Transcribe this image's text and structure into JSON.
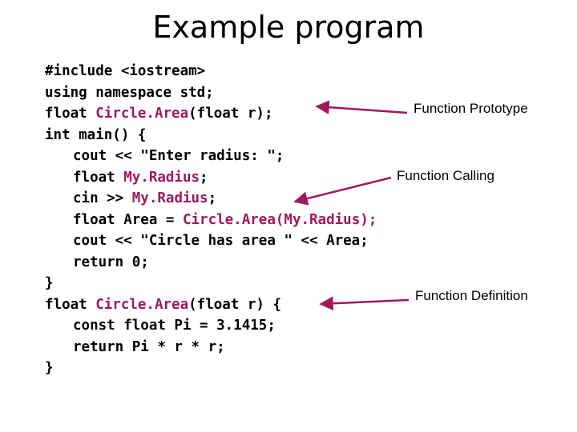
{
  "title": "Example program",
  "accent_color": "#a0185f",
  "code": {
    "include_line": "#include <iostream>",
    "using_line": "using namespace std;",
    "proto_kw": "float ",
    "proto_fn": "Circle.Area",
    "proto_rest": "(float r);",
    "main_line": "int main() {",
    "cout1_line": "cout << \"Enter radius: \";",
    "decl_pre": "float ",
    "decl_var": "My.Radius",
    "decl_post": ";",
    "cin_pre": "cin >> ",
    "cin_var": "My.Radius",
    "cin_post": ";",
    "area_pre": "float Area = ",
    "area_fn": "Circle.Area",
    "area_open": "(",
    "area_var": "My.Radius",
    "area_close": ");",
    "cout2_line": "cout << \"Circle has area \" << Area;",
    "return0_line": "return 0;",
    "close_main": "}",
    "def_kw": "float ",
    "def_fn": "Circle.Area",
    "def_rest": "(float r) {",
    "const_line": "const float Pi = 3.1415;",
    "return_line": "return Pi * r * r;",
    "close_def": "}"
  },
  "annotations": {
    "prototype": "Function Prototype",
    "calling": "Function Calling",
    "definition": "Function Definition"
  }
}
